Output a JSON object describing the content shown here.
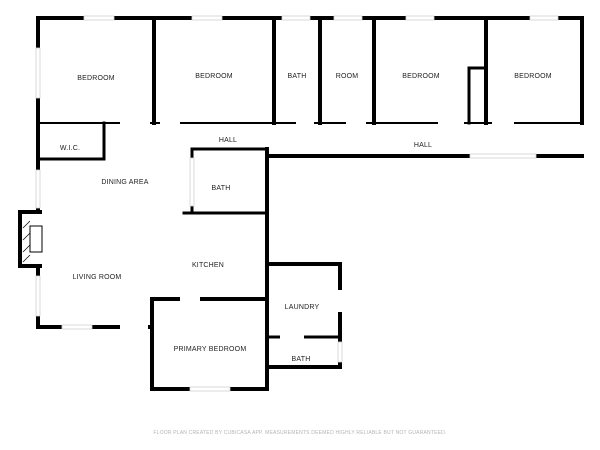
{
  "rooms": {
    "bedroom_1": "BEDROOM",
    "bedroom_2": "BEDROOM",
    "bath_top": "BATH",
    "room": "ROOM",
    "bedroom_3": "BEDROOM",
    "bedroom_4": "BEDROOM",
    "wic": "W.I.C.",
    "hall_1": "HALL",
    "hall_2": "HALL",
    "dining_area": "DINING AREA",
    "bath_mid": "BATH",
    "kitchen": "KITCHEN",
    "living_room": "LIVING ROOM",
    "laundry": "LAUNDRY",
    "primary_bedroom": "PRIMARY BEDROOM",
    "bath_bottom": "BATH"
  },
  "footer": "FLOOR PLAN CREATED BY CUBICASA APP. MEASUREMENTS DEEMED HIGHLY RELIABLE BUT NOT GUARANTEED.",
  "colors": {
    "wall": "#000000",
    "window": "#ffffff",
    "window_stroke": "#cfcfcf",
    "label": "#222222",
    "footer": "#b4b4b4"
  }
}
